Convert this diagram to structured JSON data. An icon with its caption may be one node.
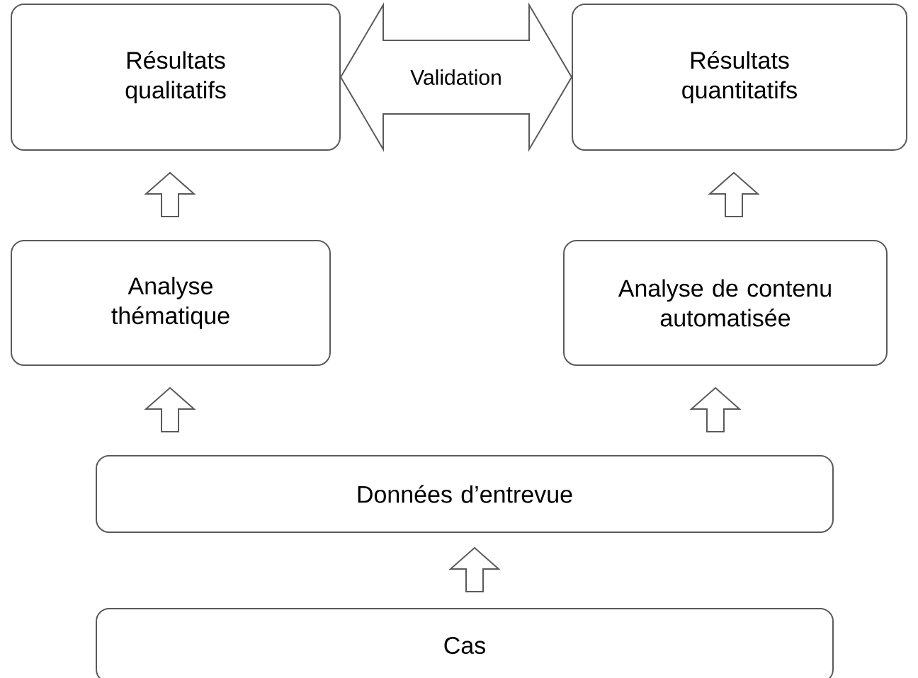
{
  "diagram": {
    "nodes": [
      {
        "text": [
          "Résultats qualitatifs"
        ]
      },
      {
        "text": [
          "Résultats quantitatifs"
        ]
      },
      {
        "text": [
          "Analyse thématique"
        ]
      },
      {
        "text": [
          "Analyse de contenu automatisée"
        ]
      },
      {
        "text": [
          "Données d’entrevue"
        ]
      },
      {
        "text": [
          "Cas"
        ]
      }
    ],
    "edges": [
      {
        "from": 0,
        "to": 1,
        "arrow": "both",
        "label": "Validation"
      },
      {
        "from": 2,
        "to": 0,
        "arrow": "to"
      },
      {
        "from": 3,
        "to": 1,
        "arrow": "to"
      },
      {
        "from": 4,
        "to": 2,
        "arrow": "to"
      },
      {
        "from": 4,
        "to": 3,
        "arrow": "to"
      },
      {
        "from": 5,
        "to": 4,
        "arrow": "to"
      }
    ]
  }
}
